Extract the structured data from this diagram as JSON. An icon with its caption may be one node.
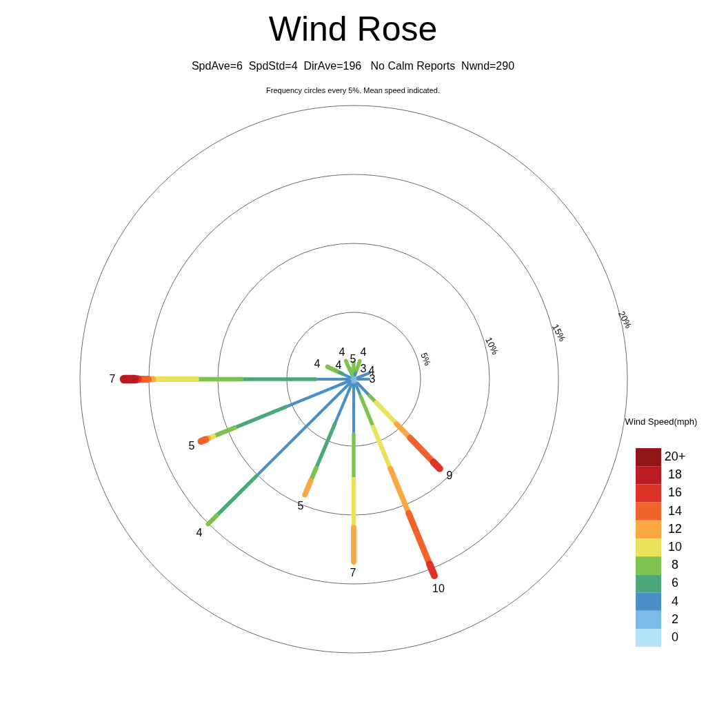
{
  "diagram": {
    "title": "Wind Rose",
    "labels": [
      "SpdAve=6  SpdStd=4  DirAve=196   No Calm Reports  Nwnd=290",
      "Frequency circles every 5%. Mean speed indicated.",
      "20%",
      "15%",
      "10%",
      "5%",
      "4",
      "4",
      "4",
      "5",
      "4",
      "3",
      "4",
      "3",
      "7",
      "5",
      "9",
      "5",
      "4",
      "7",
      "10",
      "Wind Speed(mph)"
    ],
    "legend": [
      {
        "text": "20+",
        "color": "#921519"
      },
      {
        "text": "18",
        "color": "#bb1a22"
      },
      {
        "text": "16",
        "color": "#dd3228"
      },
      {
        "text": "14",
        "color": "#f2632a"
      },
      {
        "text": "12",
        "color": "#f8a946"
      },
      {
        "text": "10",
        "color": "#e8e35a"
      },
      {
        "text": "8",
        "color": "#7dc24e"
      },
      {
        "text": "6",
        "color": "#4aa879"
      },
      {
        "text": "4",
        "color": "#4a8fc6"
      },
      {
        "text": "2",
        "color": "#7ebae6"
      },
      {
        "text": "0",
        "color": "#b6e2f6"
      }
    ]
  }
}
